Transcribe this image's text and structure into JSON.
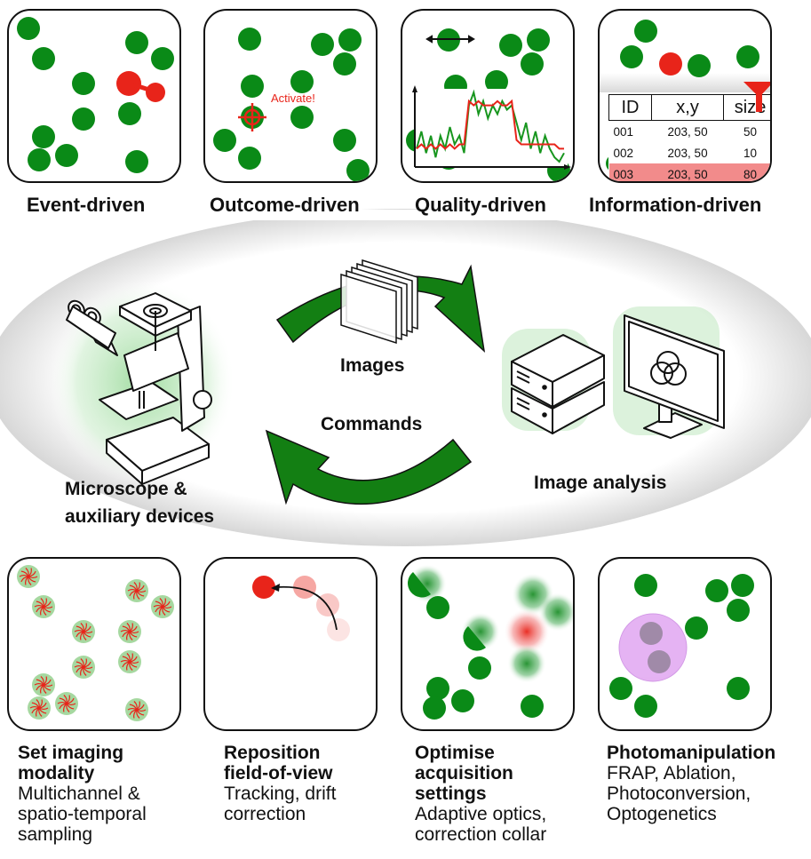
{
  "colors": {
    "cell_green": "#0a8a17",
    "event_red": "#e8241a",
    "arrow_green": "#137f13",
    "highlight_row": "#f28b8b",
    "frap_purple": "#dfa0f0",
    "glow_green": "#7ed07e"
  },
  "top_panels": [
    {
      "id": "event",
      "caption": "Event-driven"
    },
    {
      "id": "outcome",
      "caption": "Outcome-driven",
      "annotation": "Activate!"
    },
    {
      "id": "quality",
      "caption": "Quality-driven"
    },
    {
      "id": "information",
      "caption": "Information-driven",
      "table": {
        "headers": [
          "ID",
          "x,y",
          "size"
        ],
        "rows": [
          {
            "id": "001",
            "xy": "203, 50",
            "size": "50",
            "highlighted": false
          },
          {
            "id": "002",
            "xy": "203, 50",
            "size": "10",
            "highlighted": false
          },
          {
            "id": "003",
            "xy": "203, 50",
            "size": "80",
            "highlighted": true
          }
        ],
        "filter_icon": "funnel-icon"
      }
    }
  ],
  "quality_plot": {
    "raw_signal": [
      3,
      7,
      2,
      6,
      1,
      6,
      3,
      8,
      4,
      6,
      2,
      13,
      16,
      11,
      14,
      10,
      13,
      11,
      14,
      12,
      13,
      9,
      5,
      9,
      3,
      7,
      2,
      6,
      3,
      1,
      0,
      2
    ],
    "smoothed_signal": [
      3,
      4,
      3,
      4,
      3,
      4,
      3,
      4,
      3,
      4,
      4,
      14,
      13,
      14,
      13,
      13,
      13,
      14,
      13,
      13,
      14,
      5,
      4,
      4,
      4,
      4,
      4,
      4,
      4,
      4,
      3,
      3
    ]
  },
  "center": {
    "images_label": "Images",
    "commands_label": "Commands",
    "microscope_label_line1": "Microscope &",
    "microscope_label_line2": "auxiliary devices",
    "analysis_label": "Image analysis",
    "microscope_icon": "microscope-icon",
    "server_icon": "server-icon",
    "monitor_icon": "monitor-icon",
    "image_stack_icon": "image-stack-icon"
  },
  "bottom_panels": [
    {
      "id": "modality",
      "title_lines": [
        "Set imaging",
        "modality"
      ],
      "desc_lines": [
        "Multichannel &",
        "spatio-temporal",
        "sampling"
      ]
    },
    {
      "id": "reposition",
      "title_lines": [
        "Reposition",
        "field-of-view"
      ],
      "desc_lines": [
        "Tracking, drift",
        "correction"
      ]
    },
    {
      "id": "optimise",
      "title_lines": [
        "Optimise",
        "acquisition",
        "settings"
      ],
      "desc_lines": [
        "Adaptive optics,",
        "correction collar"
      ]
    },
    {
      "id": "photomanipulation",
      "title_lines": [
        "Photomanipulation"
      ],
      "desc_lines": [
        "FRAP, Ablation,",
        "Photoconversion,",
        "Optogenetics"
      ]
    }
  ]
}
